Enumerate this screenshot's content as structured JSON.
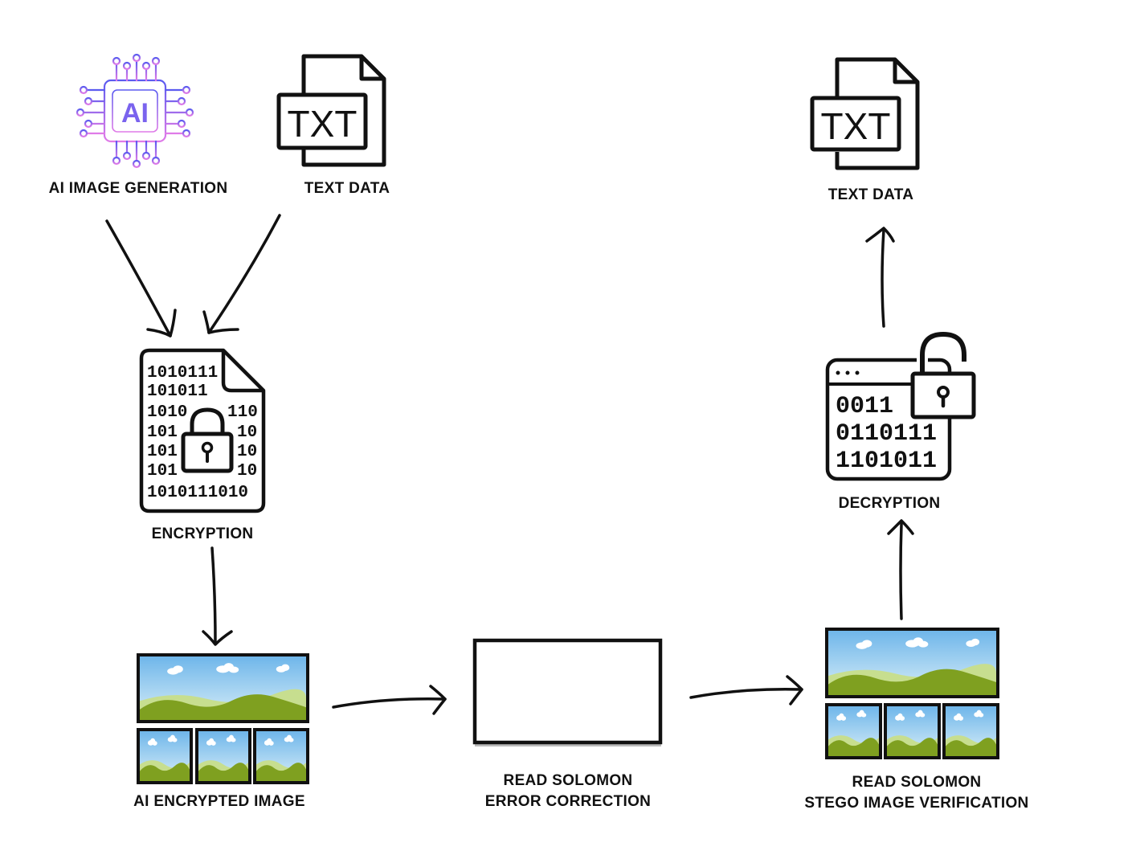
{
  "diagram": {
    "colors": {
      "ink": "#111111",
      "ai_gradient_start": "#5b5bf0",
      "ai_gradient_end": "#e07be8",
      "sky": "#a9d6f2",
      "hill": "#7fa020",
      "hill_light": "#c7de8f"
    },
    "nodes": {
      "ai_generation": {
        "label": "AI IMAGE GENERATION",
        "icon_text": "AI",
        "icon": "ai-chip-icon"
      },
      "text_input": {
        "label": "TEXT DATA",
        "icon_text": "TXT",
        "icon": "txt-file-icon"
      },
      "encryption": {
        "label": "ENCRYPTION",
        "icon": "encrypted-binary-file-icon"
      },
      "encrypted_image": {
        "label": "AI ENCRYPTED IMAGE",
        "icon": "image-gallery-icon"
      },
      "error_correction": {
        "label_line1": "READ SOLOMON",
        "label_line2": "ERROR CORRECTION",
        "icon": "blank-screen-icon"
      },
      "verification": {
        "label_line1": "READ SOLOMON",
        "label_line2": "STEGO IMAGE VERIFICATION",
        "icon": "image-gallery-icon"
      },
      "decryption": {
        "label": "DECRYPTION",
        "icon": "unlocked-binary-window-icon"
      },
      "text_output": {
        "label": "TEXT DATA",
        "icon_text": "TXT",
        "icon": "txt-file-icon"
      }
    },
    "binary_rows_encryption": [
      "1010111",
      "101011",
      "1010",
      "101",
      "101",
      "101",
      "1010111010"
    ],
    "binary_rows_encryption_right": [
      "110",
      "10",
      "10",
      "10"
    ],
    "binary_rows_decryption": [
      "0011",
      "0110111",
      "1101011"
    ],
    "edges": [
      {
        "from": "ai_generation",
        "to": "encryption"
      },
      {
        "from": "text_input",
        "to": "encryption"
      },
      {
        "from": "encryption",
        "to": "encrypted_image"
      },
      {
        "from": "encrypted_image",
        "to": "error_correction"
      },
      {
        "from": "error_correction",
        "to": "verification"
      },
      {
        "from": "verification",
        "to": "decryption"
      },
      {
        "from": "decryption",
        "to": "text_output"
      }
    ]
  }
}
